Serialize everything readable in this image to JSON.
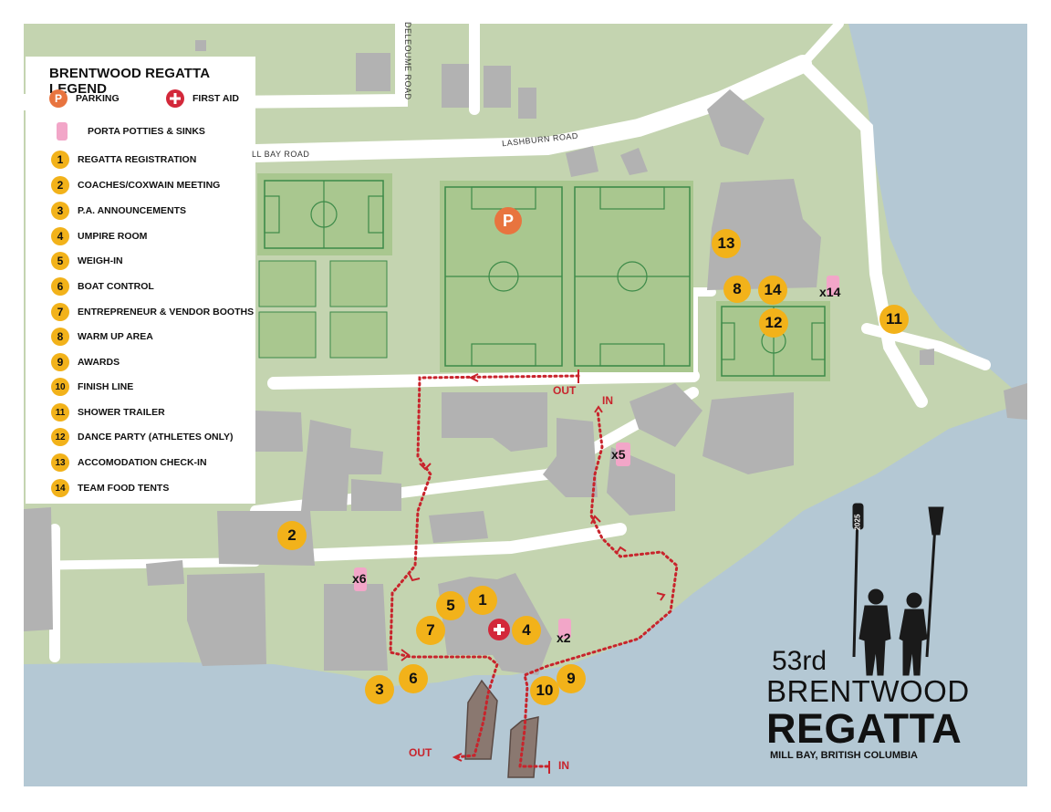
{
  "legend": {
    "title": "BRENTWOOD REGATTA LEGEND",
    "parking": "PARKING",
    "first_aid": "FIRST AID",
    "potties": "PORTA POTTIES & SINKS",
    "items": [
      {
        "num": "1",
        "label": "REGATTA REGISTRATION"
      },
      {
        "num": "2",
        "label": "COACHES/COXWAIN MEETING"
      },
      {
        "num": "3",
        "label": "P.A. ANNOUNCEMENTS"
      },
      {
        "num": "4",
        "label": "UMPIRE ROOM"
      },
      {
        "num": "5",
        "label": "WEIGH-IN"
      },
      {
        "num": "6",
        "label": "BOAT CONTROL"
      },
      {
        "num": "7",
        "label": "ENTREPRENEUR & VENDOR BOOTHS"
      },
      {
        "num": "8",
        "label": "WARM UP AREA"
      },
      {
        "num": "9",
        "label": "AWARDS"
      },
      {
        "num": "10",
        "label": "FINISH LINE"
      },
      {
        "num": "11",
        "label": "SHOWER TRAILER"
      },
      {
        "num": "12",
        "label": "DANCE PARTY (ATHLETES ONLY)"
      },
      {
        "num": "13",
        "label": "ACCOMODATION CHECK-IN"
      },
      {
        "num": "14",
        "label": "TEAM FOOD TENTS"
      }
    ]
  },
  "map": {
    "parking_symbol": "P",
    "roads": {
      "delcourt": "DELEOUME ROAD",
      "lashburn": "LASHBURN ROAD",
      "mill_bay": "LL BAY ROAD"
    },
    "markers": [
      "13",
      "8",
      "14",
      "12",
      "11",
      "2",
      "5",
      "1",
      "7",
      "4",
      "3",
      "6",
      "10",
      "9"
    ],
    "counts": {
      "x14": "x14",
      "x5": "x5",
      "x6": "x6",
      "x2": "x2"
    },
    "route": {
      "out_top": "OUT",
      "in_top": "IN",
      "out_dock": "OUT",
      "in_dock": "IN"
    },
    "oar_year": "2025"
  },
  "title": {
    "edition": "53rd",
    "line1": "BRENTWOOD",
    "line2": "REGATTA",
    "location": "MILL BAY, BRITISH COLUMBIA"
  },
  "colors": {
    "grass": "#c4d4b0",
    "field": "#a9c78f",
    "field_line": "#3c8a48",
    "building": "#b2b2b2",
    "water": "#b4c8d4",
    "road": "#ffffff",
    "route": "#c8242c",
    "badge": "#f2b21a",
    "parking": "#e8743f",
    "first_aid": "#d3283a",
    "potty": "#f2a6c8"
  }
}
